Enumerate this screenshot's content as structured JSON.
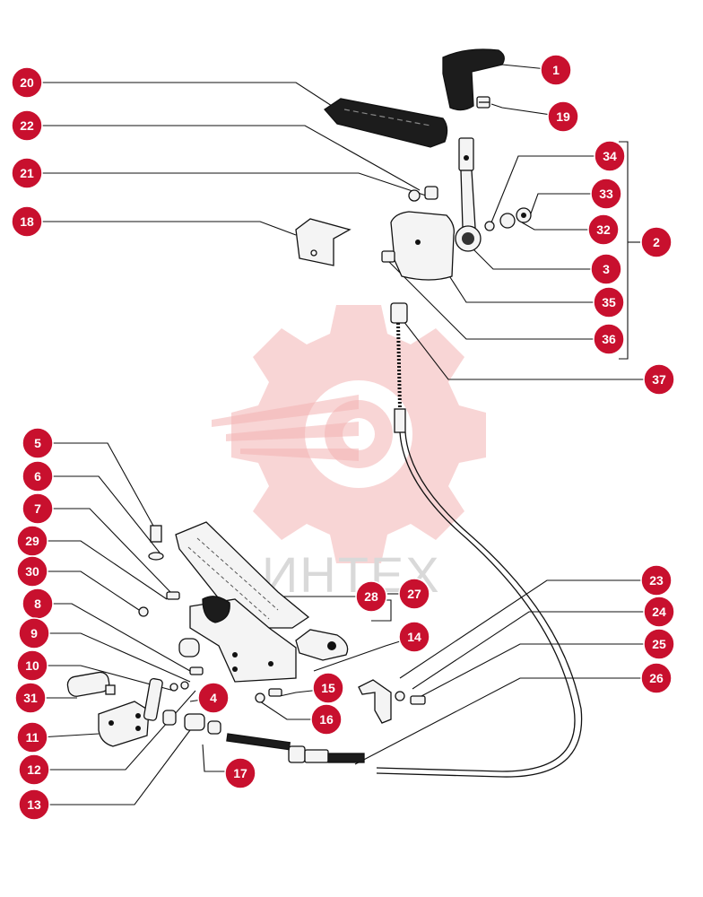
{
  "watermark": {
    "text": "ИНТЕХ",
    "color": "#f3b3b3"
  },
  "callout_style": {
    "fill": "#c8102e",
    "text_color": "#ffffff"
  },
  "callouts": [
    {
      "id": "c1",
      "label": "1"
    },
    {
      "id": "c2",
      "label": "2"
    },
    {
      "id": "c3",
      "label": "3"
    },
    {
      "id": "c4",
      "label": "4"
    },
    {
      "id": "c5",
      "label": "5"
    },
    {
      "id": "c6",
      "label": "6"
    },
    {
      "id": "c7",
      "label": "7"
    },
    {
      "id": "c8",
      "label": "8"
    },
    {
      "id": "c9",
      "label": "9"
    },
    {
      "id": "c10",
      "label": "10"
    },
    {
      "id": "c11",
      "label": "11"
    },
    {
      "id": "c12",
      "label": "12"
    },
    {
      "id": "c13",
      "label": "13"
    },
    {
      "id": "c14",
      "label": "14"
    },
    {
      "id": "c15",
      "label": "15"
    },
    {
      "id": "c16",
      "label": "16"
    },
    {
      "id": "c17",
      "label": "17"
    },
    {
      "id": "c18",
      "label": "18"
    },
    {
      "id": "c19",
      "label": "19"
    },
    {
      "id": "c20",
      "label": "20"
    },
    {
      "id": "c21",
      "label": "21"
    },
    {
      "id": "c22",
      "label": "22"
    },
    {
      "id": "c23",
      "label": "23"
    },
    {
      "id": "c24",
      "label": "24"
    },
    {
      "id": "c25",
      "label": "25"
    },
    {
      "id": "c26",
      "label": "26"
    },
    {
      "id": "c27",
      "label": "27"
    },
    {
      "id": "c28",
      "label": "28"
    },
    {
      "id": "c29",
      "label": "29"
    },
    {
      "id": "c30",
      "label": "30"
    },
    {
      "id": "c31",
      "label": "31"
    },
    {
      "id": "c32",
      "label": "32"
    },
    {
      "id": "c33",
      "label": "33"
    },
    {
      "id": "c34",
      "label": "34"
    },
    {
      "id": "c35",
      "label": "35"
    },
    {
      "id": "c36",
      "label": "36"
    },
    {
      "id": "c37",
      "label": "37"
    }
  ]
}
